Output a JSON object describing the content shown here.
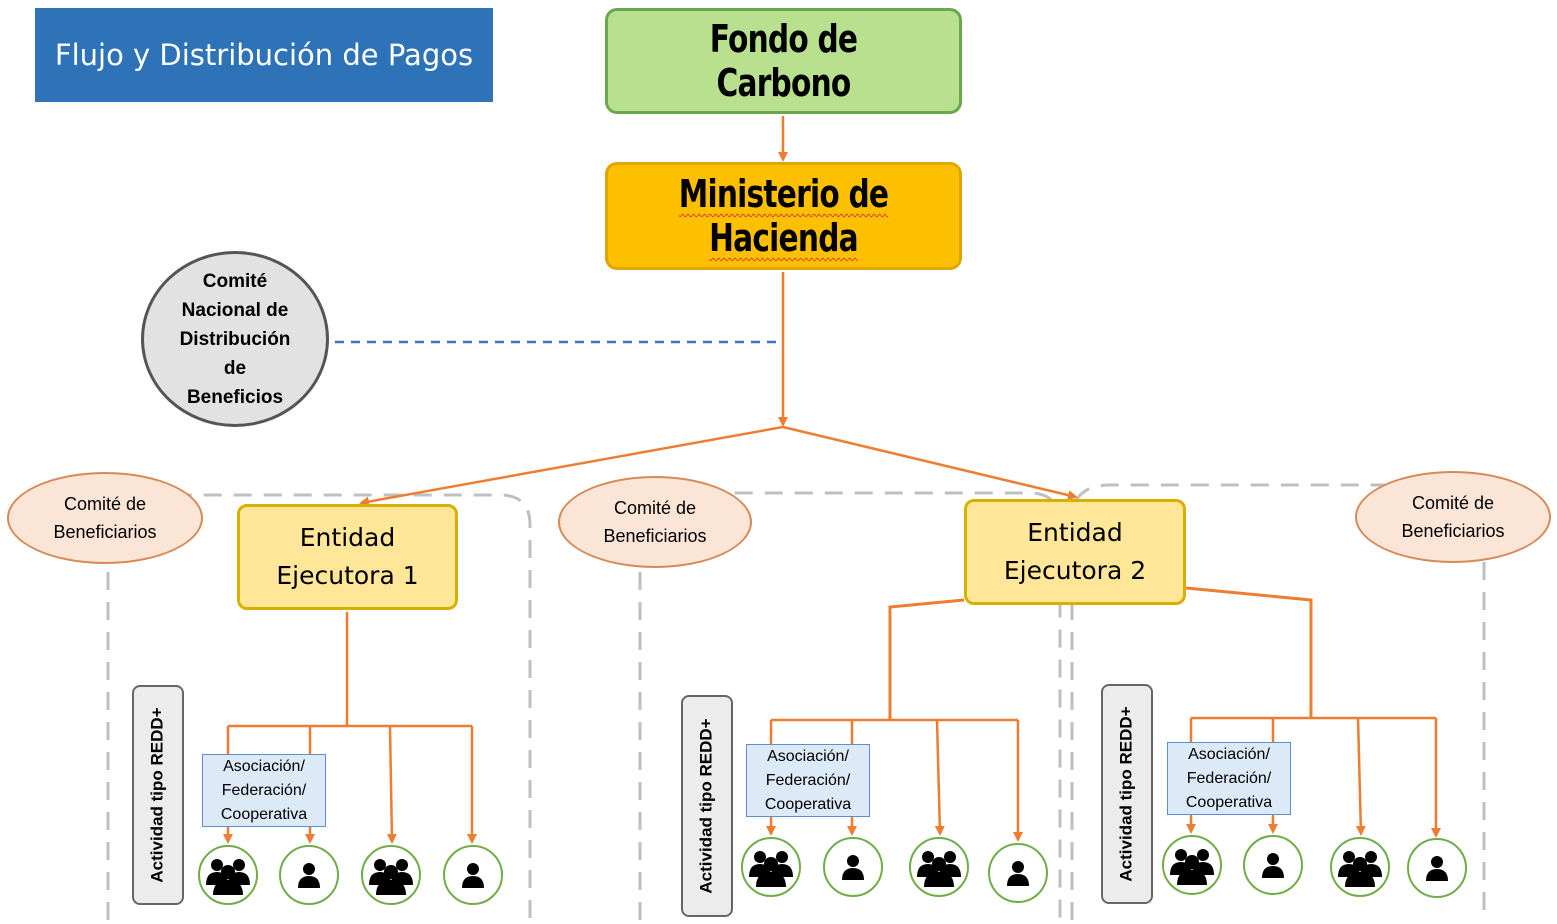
{
  "title": "Flujo y Distribución de Pagos",
  "fondo": "Fondo de Carbono",
  "ministerio": "Ministerio de Hacienda",
  "comite_nacional": [
    "Comité",
    "Nacional de",
    "Distribución",
    "de",
    "Beneficios"
  ],
  "entidades": [
    {
      "line1": "Entidad",
      "line2": "Ejecutora 1"
    },
    {
      "line1": "Entidad",
      "line2": "Ejecutora 2"
    }
  ],
  "comite_beneficiarios": [
    {
      "line1": "Comité de",
      "line2": "Beneficiarios"
    },
    {
      "line1": "Comité de",
      "line2": "Beneficiarios"
    },
    {
      "line1": "Comité de",
      "line2": "Beneficiarios"
    }
  ],
  "actividad_label": "Actividad tipo REDD+",
  "asociacion": [
    "Asociación/",
    "Federación/",
    "Cooperativa"
  ],
  "icons": {
    "group": "group-icon",
    "individual": "person-icon"
  },
  "colors": {
    "title_bg": "#2e72b8",
    "fondo_bg": "#b8e08f",
    "ministerio_bg": "#fdc000",
    "entidad_bg": "#ffe699",
    "comite_ben_bg": "#fbe5d6",
    "arrow": "#ed7d31",
    "dashed_link": "#4472c4",
    "group_border": "#bfbfbf",
    "icon_ring": "#70ad47"
  }
}
